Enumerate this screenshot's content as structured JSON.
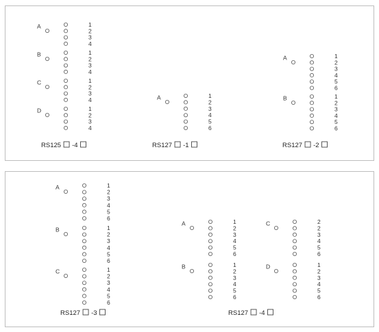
{
  "panels": [
    {
      "id": "top",
      "diagrams": [
        {
          "id": "rs125-4",
          "caption_prefix": "RS125",
          "caption_suffix": "-4",
          "poles": [
            {
              "label": "A",
              "positions": [
                "1",
                "2",
                "3",
                "4"
              ]
            },
            {
              "label": "B",
              "positions": [
                "1",
                "2",
                "3",
                "4"
              ]
            },
            {
              "label": "C",
              "positions": [
                "1",
                "2",
                "3",
                "4"
              ]
            },
            {
              "label": "D",
              "positions": [
                "1",
                "2",
                "3",
                "4"
              ]
            }
          ]
        },
        {
          "id": "rs127-1",
          "caption_prefix": "RS127",
          "caption_suffix": "-1",
          "poles": [
            {
              "label": "A",
              "positions": [
                "1",
                "2",
                "3",
                "4",
                "5",
                "6"
              ]
            }
          ]
        },
        {
          "id": "rs127-2",
          "caption_prefix": "RS127",
          "caption_suffix": "-2",
          "poles": [
            {
              "label": "A",
              "positions": [
                "1",
                "2",
                "3",
                "4",
                "5",
                "6"
              ]
            },
            {
              "label": "B",
              "positions": [
                "1",
                "2",
                "3",
                "4",
                "5",
                "6"
              ]
            }
          ]
        }
      ]
    },
    {
      "id": "bottom",
      "diagrams": [
        {
          "id": "rs127-3",
          "caption_prefix": "RS127",
          "caption_suffix": "-3",
          "poles": [
            {
              "label": "A",
              "positions": [
                "1",
                "2",
                "3",
                "4",
                "5",
                "6"
              ]
            },
            {
              "label": "B",
              "positions": [
                "1",
                "2",
                "3",
                "4",
                "5",
                "6"
              ]
            },
            {
              "label": "C",
              "positions": [
                "1",
                "2",
                "3",
                "4",
                "5",
                "6"
              ]
            }
          ]
        },
        {
          "id": "rs127-4",
          "caption_prefix": "RS127",
          "caption_suffix": "-4",
          "poles": [
            {
              "label": "A",
              "positions": [
                "1",
                "2",
                "3",
                "4",
                "5",
                "6"
              ]
            },
            {
              "label": "B",
              "positions": [
                "1",
                "2",
                "3",
                "4",
                "5",
                "6"
              ]
            },
            {
              "label": "C",
              "positions": [
                "2",
                "2",
                "3",
                "4",
                "5",
                "6"
              ]
            },
            {
              "label": "D",
              "positions": [
                "1",
                "2",
                "3",
                "4",
                "5",
                "6"
              ]
            }
          ]
        }
      ]
    }
  ]
}
